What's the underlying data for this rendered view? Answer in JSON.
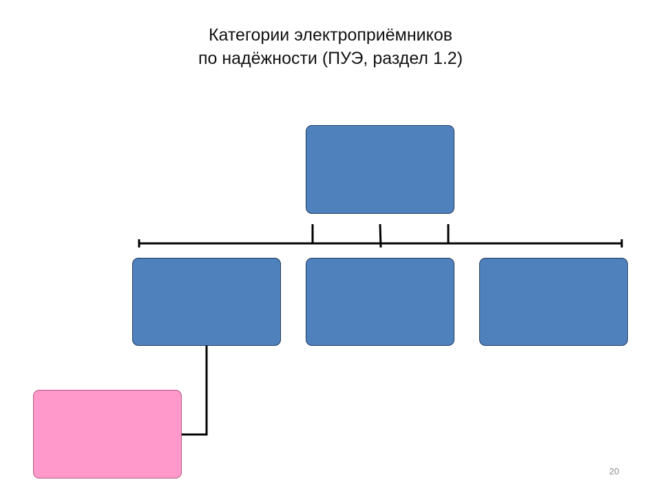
{
  "slide": {
    "title_line1": "Категории электроприёмников",
    "title_line2": "по надёжности (ПУЭ, раздел 1.2)",
    "page_number": "20"
  },
  "diagram": {
    "type": "org-chart",
    "nodes": [
      {
        "id": "root",
        "label": "",
        "color": "#4f81bd"
      },
      {
        "id": "child-1",
        "label": "",
        "color": "#4f81bd"
      },
      {
        "id": "child-2",
        "label": "",
        "color": "#4f81bd"
      },
      {
        "id": "child-3",
        "label": "",
        "color": "#4f81bd"
      },
      {
        "id": "sub-1",
        "label": "",
        "color": "#ff99cc"
      }
    ],
    "edges": [
      {
        "from": "root",
        "to": "child-1"
      },
      {
        "from": "root",
        "to": "child-2"
      },
      {
        "from": "root",
        "to": "child-3"
      },
      {
        "from": "child-1",
        "to": "sub-1"
      }
    ],
    "colors": {
      "node_fill": "#4f81bd",
      "node_border": "#1f3a5f",
      "highlight_fill": "#ff99cc",
      "connector": "#000000"
    }
  }
}
